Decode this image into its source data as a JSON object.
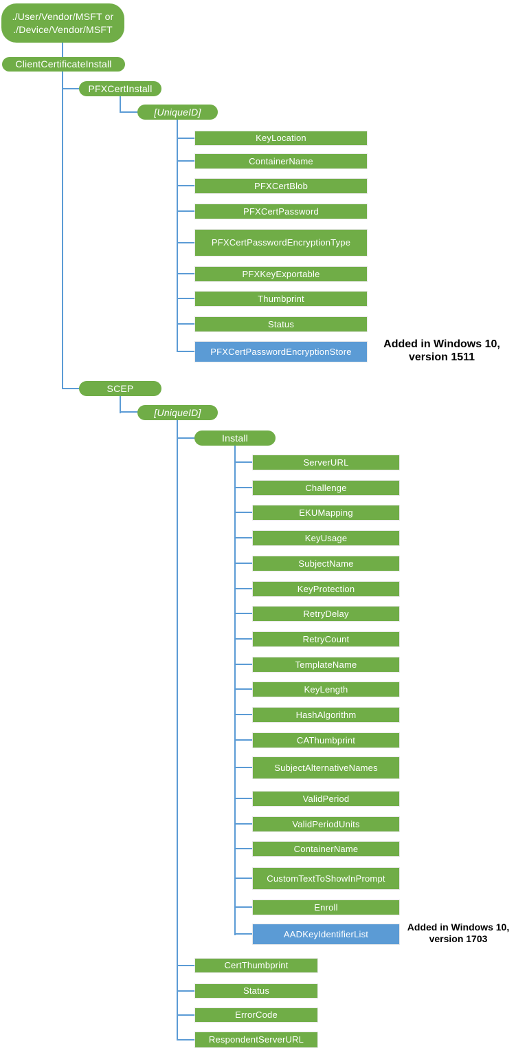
{
  "colors": {
    "node_green": "#70AD47",
    "node_blue": "#5B9BD5",
    "connector": "#5B9BD5",
    "node_text": "#FFFFFF",
    "annotation_text": "#000000",
    "background": "#FFFFFF"
  },
  "nodes": [
    {
      "id": "root",
      "label": "./User/Vendor/MSFT or\n./Device/Vendor/MSFT",
      "tone": "green",
      "parent": null
    },
    {
      "id": "clientcertificateinstall",
      "label": "ClientCertificateInstall",
      "tone": "green",
      "parent": "root"
    },
    {
      "id": "pfxcertinstall",
      "label": "PFXCertInstall",
      "tone": "green",
      "parent": "clientcertificateinstall"
    },
    {
      "id": "pfx-uniqueid",
      "label": "[UniqueID]",
      "tone": "green",
      "italic": true,
      "parent": "pfxcertinstall"
    },
    {
      "id": "keylocation",
      "label": "KeyLocation",
      "tone": "green",
      "parent": "pfx-uniqueid"
    },
    {
      "id": "containername-pfx",
      "label": "ContainerName",
      "tone": "green",
      "parent": "pfx-uniqueid"
    },
    {
      "id": "pfxcertblob",
      "label": "PFXCertBlob",
      "tone": "green",
      "parent": "pfx-uniqueid"
    },
    {
      "id": "pfxcertpassword",
      "label": "PFXCertPassword",
      "tone": "green",
      "parent": "pfx-uniqueid"
    },
    {
      "id": "pfxcertpasswordencryptiontype",
      "label": "PFXCertPasswordEncryptionType",
      "tone": "green",
      "parent": "pfx-uniqueid"
    },
    {
      "id": "pfxkeyexportable",
      "label": "PFXKeyExportable",
      "tone": "green",
      "parent": "pfx-uniqueid"
    },
    {
      "id": "thumbprint",
      "label": "Thumbprint",
      "tone": "green",
      "parent": "pfx-uniqueid"
    },
    {
      "id": "status-pfx",
      "label": "Status",
      "tone": "green",
      "parent": "pfx-uniqueid"
    },
    {
      "id": "pfxcertpasswordencryptionstore",
      "label": "PFXCertPasswordEncryptionStore",
      "tone": "blue",
      "parent": "pfx-uniqueid"
    },
    {
      "id": "scep",
      "label": "SCEP",
      "tone": "green",
      "parent": "clientcertificateinstall"
    },
    {
      "id": "scep-uniqueid",
      "label": "[UniqueID]",
      "tone": "green",
      "italic": true,
      "parent": "scep"
    },
    {
      "id": "install",
      "label": "Install",
      "tone": "green",
      "parent": "scep-uniqueid"
    },
    {
      "id": "serverurl",
      "label": "ServerURL",
      "tone": "green",
      "parent": "install"
    },
    {
      "id": "challenge",
      "label": "Challenge",
      "tone": "green",
      "parent": "install"
    },
    {
      "id": "ekumapping",
      "label": "EKUMapping",
      "tone": "green",
      "parent": "install"
    },
    {
      "id": "keyusage",
      "label": "KeyUsage",
      "tone": "green",
      "parent": "install"
    },
    {
      "id": "subjectname",
      "label": "SubjectName",
      "tone": "green",
      "parent": "install"
    },
    {
      "id": "keyprotection",
      "label": "KeyProtection",
      "tone": "green",
      "parent": "install"
    },
    {
      "id": "retrydelay",
      "label": "RetryDelay",
      "tone": "green",
      "parent": "install"
    },
    {
      "id": "retrycount",
      "label": "RetryCount",
      "tone": "green",
      "parent": "install"
    },
    {
      "id": "templatename",
      "label": "TemplateName",
      "tone": "green",
      "parent": "install"
    },
    {
      "id": "keylength",
      "label": "KeyLength",
      "tone": "green",
      "parent": "install"
    },
    {
      "id": "hashalgorithm",
      "label": "HashAlgorithm",
      "tone": "green",
      "parent": "install"
    },
    {
      "id": "cathumbprint",
      "label": "CAThumbprint",
      "tone": "green",
      "parent": "install"
    },
    {
      "id": "subjectalternativenames",
      "label": "SubjectAlternativeNames",
      "tone": "green",
      "parent": "install"
    },
    {
      "id": "validperiod",
      "label": "ValidPeriod",
      "tone": "green",
      "parent": "install"
    },
    {
      "id": "validperiodunits",
      "label": "ValidPeriodUnits",
      "tone": "green",
      "parent": "install"
    },
    {
      "id": "containername-scep",
      "label": "ContainerName",
      "tone": "green",
      "parent": "install"
    },
    {
      "id": "customtexttoshowinprompt",
      "label": "CustomTextToShowInPrompt",
      "tone": "green",
      "parent": "install"
    },
    {
      "id": "enroll",
      "label": "Enroll",
      "tone": "green",
      "parent": "install"
    },
    {
      "id": "aadkeyidentifierlist",
      "label": "AADKeyIdentifierList",
      "tone": "blue",
      "parent": "install"
    },
    {
      "id": "certthumbprint",
      "label": "CertThumbprint",
      "tone": "green",
      "parent": "scep-uniqueid"
    },
    {
      "id": "status-scep",
      "label": "Status",
      "tone": "green",
      "parent": "scep-uniqueid"
    },
    {
      "id": "errorcode",
      "label": "ErrorCode",
      "tone": "green",
      "parent": "scep-uniqueid"
    },
    {
      "id": "respondentserverurl",
      "label": "RespondentServerURL",
      "tone": "green",
      "parent": "scep-uniqueid"
    }
  ],
  "annotations": [
    {
      "id": "note-1511",
      "text": "Added in Windows 10,\nversion 1511"
    },
    {
      "id": "note-1703",
      "text": "Added in Windows 10,\nversion 1703"
    }
  ]
}
